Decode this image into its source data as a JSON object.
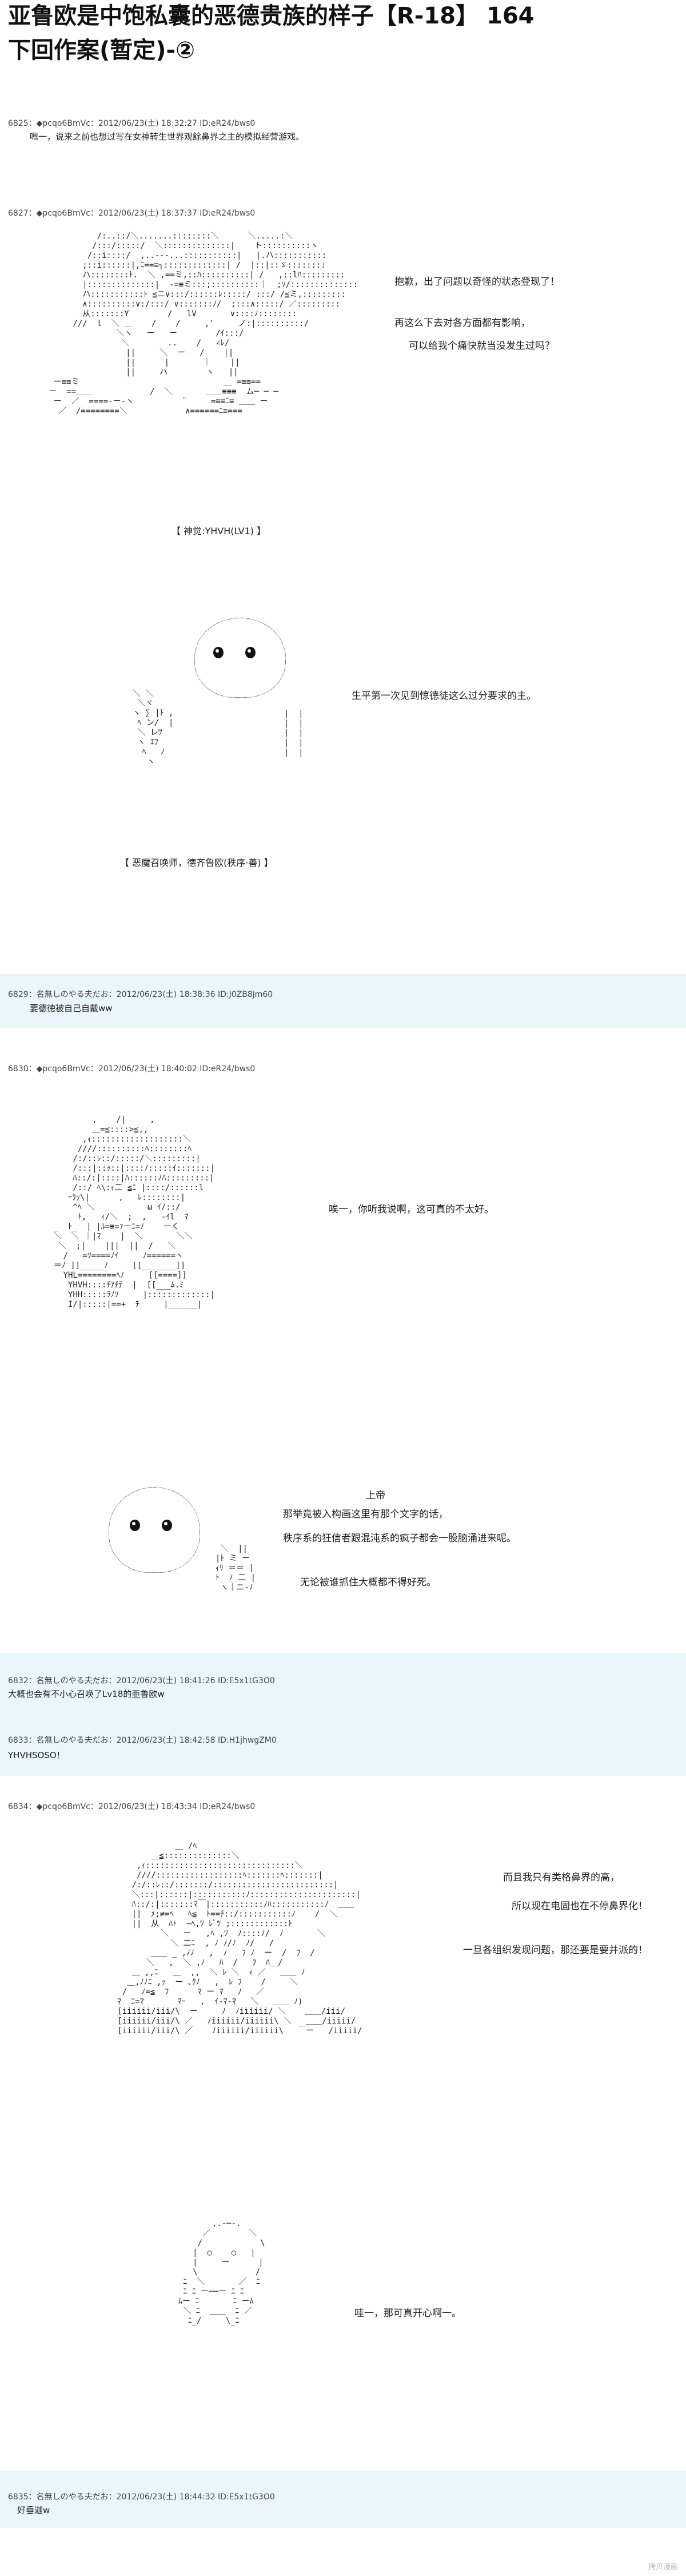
{
  "page": {
    "title_line1": "亚鲁欧是中饱私囊的恶德贵族的样子【R-18】 164",
    "title_line2": "下回作案(暂定)-②",
    "watermark": "拷贝漫画"
  },
  "posts": [
    {
      "header": "6825：◆pcqo6BmVc：2012/06/23(土) 18:32:27 ID:eR24/bws0",
      "body": "嗯一，说来之前也想过写在女神转生世界观餘鼻界之主的模拟经营游戏。"
    },
    {
      "header": "6827：◆pcqo6BmVc：2012/06/23(土) 18:37:37 ID:eR24/bws0"
    },
    {
      "header": "6829：名無しのやる夫だお：2012/06/23(土) 18:38:36 ID:J0ZB8jm60",
      "body": "要德徳被自己自戴ww"
    },
    {
      "header": "6830：◆pcqo6BmVc：2012/06/23(土) 18:40:02 ID:eR24/bws0"
    },
    {
      "header": "6832：名無しのやる夫だお：2012/06/23(土) 18:41:26 ID:E5x1tG3O0",
      "body": "大概也会有不小心召唤了Lv18的亜鲁欧w"
    },
    {
      "header": "6833：名無しのやる夫だお：2012/06/23(土) 18:42:58 ID:H1jhwgZM0",
      "body": "YHVHSOSO！"
    },
    {
      "header": "6834：◆pcqo6BmVc：2012/06/23(土) 18:43:34 ID:eR24/bws0"
    },
    {
      "header": "6835：名無しのやる夫だお：2012/06/23(土) 18:44:32 ID:E5x1tG3O0",
      "body": "好垂迦w"
    }
  ],
  "scene1": {
    "lines": [
      "抱歉，出了问题以奇怪的状态登现了！",
      "再这么下去对各方面都有影响，",
      "可以给我个痛快就当没发生过吗？"
    ],
    "label": "【 神觉:YHVH(LV1) 】"
  },
  "scene2": {
    "line": "生平第一次见到惊徳徒这么过分要求的主。",
    "label": "【 恶魔召唤师，德齐鲁欧(秩序·善) 】"
  },
  "scene3": {
    "line": "唉一，你听我说啊，这可真的不太好。"
  },
  "scene4": {
    "lines": [
      "上帝",
      "那举竟被入构画这里有那个文字的话，",
      "秩序系的狂信者跟混沌系的疯子都会一股脑涌进来呢。",
      "无论被谁抓住大概都不得好死。"
    ]
  },
  "scene5": {
    "lines": [
      "而且我只有类格鼻界的高，",
      "所以现在电固也在不停鼻界化！",
      "一旦各组织发现问题，那还要是要并派的！"
    ]
  },
  "scene6": {
    "line": "哇一，那可真开心啊一。"
  },
  "art": {
    "yhvh": "             /:..::/＼.......::::::::＼      ＼.....:＼\n            /:::/:::::/  ＼::::::::::::::|    ト::::::::::ヽ\n           /::i::::/  ,..---...:::::::::::|   |.ハ:::::::::::\n          ;::i::::::|,ﾆ==≡┐:::::::::::::| /  |::|::ゞ::::::::\n          ハ::::::::ﾄ.  ＼ ,==ミ,::ﾊ::::::::::| /   ,::lﾊ:::::::::\n          |::::::::::::::|  -=≡ミ:::;::::::::::｜  ;ｿ/::::::::::::::\n          ハ:::::::::::ﾄ ≦ニ∨:::/::::::ﾚ:::::/ :::/ /≦ミ,:::::::::\n          ∧::::::::::∨:/:::/ ∨:::::::ﾉ/  ;:::∧:::::/ ／:::::::::\n          从:::::::Y        /   lV       ∨::::ﾉ::::::::\n        ///  l  ＼ ＿    /    /     ,'     ノ:|::::::::::/\n                 ＼ヽ   ー   ー        /ｲ:::/\n                  ＼        ..    /   ∠ﾚ/\n                   ||     ＼  ー   /    ||\n                   ||      |       ｜    ||\n                   ||     ハ        ヽ   ||\n    ー≡≡ミ                              ＿ =≡≡==\n   ー  ==＿＿            /  ＼       ＿＿≡≡≡  ム─ ─ ─\n    ー  ／  ====-ー-ヽ          ¨     =≡≡ﾆ≡ ＿＿ ー\n     ／  /========＼            ∧======ﾆ≡===",
    "demon1": "  ＼ ＼\n   ＼ヾ\n  ヽ ∑ |ﾄ ,\n   ﾍ ン/  |\n   ＼ レﾂ\n   ヽ ｴﾌ\n    ﾍ   ﾉ\n     ヽ",
    "demon1_body": "  |  |\n  |  |\n  |  |\n  |  |\n  |  |",
    "god2": "            ,    /|     ,\n            ＿=≦::::>≦,,\n          ,ｨ:::::::::::::::::::＼\n         ////::::::::::ﾍ::::::::ﾍ\n        /:/::ﾚ::/:::::/＼:::::::::|\n        /:::|::ｯ::|::::ﾉ:::::ｲ:::::::|\n        ﾊ::/:|::::|ﾊ::::::ﾉﾊ:::::::::|\n        /::/ ﾍ\\:ｨ二 ≦ﾆ |::::/::::::l\n       ｰﾗｯ\\|      ,   ﾚ::::::::|\n        ^ﾍ ＼           ω ｲ/::/\n         ﾄ,   ｨ/＼  ;  ,   -ｲl  ﾏ\n    _  ﾄ_  | |ﾙ=≡=ｧーﾆ=ﾉ    ーく\n    ＼  ＼ ｜|ﾏ    |  ＼       ＼＼\n     ＼  ;|    |||  ||  /   ＼\n      /   =ｿ====ﾉｲ     ﾉ======ヽ\n    ＝ﾉ ]]_____ﾉ     [[_______]]\n      YHL========ﾍﾉ     [[====]]\n       YHVH::::ﾁｱﾁﾃ  |  [[___ﾑ.ﾐ\n       YHH:::::ﾗﾉｿ     |:::::::::::::|\n       I/|:::::|==+  ﾁ     |______|",
    "demon2_body": "   ＼  ||\n  |ﾄ ミ ー\n  ｨﾘ ＝＝ |\n  ﾄ  ﾉ 二 |\n   ヽ｜ニ-ﾉ",
    "crowd": "               ＿ /ﾍ\n          ＿≦::::::::::::::＼\n       ,ｨ:::::::::::::::::::::::::::::::＼\n       ////::::::::::::::::::ﾍ:::::::ﾍ:::::::|\n      /:/::ﾚ::/:::::::/:::::::::::::::::::::::::|\n      ＼:::|::::::|:::::::::::ﾉ::::::::::::::::::::::|\n      ﾊ::/:|:::::::ﾏ￣|:::::::::::ﾉﾊ:::::::::::ﾉ  ＿＿\n      ||  ﾒ;≠=ﾍ   ﾍ≦  ﾄ==ﾁ::/:::::::::::ﾉ    /  ＼\n      ||  从  ﾊﾄ  ~ﾍ,ﾂ ﾚﾟﾂ ;::::::::::::ﾄ\n            ＼   ー   ,ﾍ ,ﾂ  ﾉ::::ﾉ/  ﾉ       ＼\n              ＼ 二ﾆ  , ﾉ ﾉ/ﾉ  ﾉ/   /\n          ＿＿ _ ,ﾉﾉ   ,  ﾉ   ﾌ ﾉ  ー  /  ﾌ  /\n         ＼   ,  ＼ ,ﾉ   ﾊ  /   ﾌ  ﾊ＿/\n      ＿ ,,ﾆ   ＿  ,,  ＼ ﾚ ＼  ｨ ／   ＿＿ ﾉ\n     ＿,ﾉﾉﾆ ,ｯ  ー ､ｸﾉ   ,  ﾚ ﾌ    /     ＼\n    /   ﾉ=≦  ﾌ      ﾏ ー ﾏ   ﾉ   ／\n   ﾏ  ﾆ=ﾏ       ﾏｰ   ,  ｲ-ﾏ-ﾏ   ＼   ＿＿ ﾉ)\n   [iiiiii/iii/\\  ー     ﾉ  ﾉiiiiii/ ＼    ＿＿/iii/\n   [iiiiii/iii/\\ ／   ﾉiiiiii/iiiiii\\ ＼   ＿＿/iiiii/\n   [iiiiii/iii/\\ ／    ﾉiiiiii/iiiiii\\   ￣ー   /iiiii/",
    "last": "         ,.-─-.\n       ／        ＼\n      /            \\\n     |  ○    ○   |\n     |     ー      |\n     \\            /\n   ﾆ  ＼       ／  ﾆ\n   ﾆ ﾆ ー──ー ﾆ ﾆ\n  ﾑー ﾆ       ﾆ ーﾑ\n   ＼ ﾆ  ＿＿  ﾆ ／\n    ﾆ_/     \\_ﾆ"
  }
}
